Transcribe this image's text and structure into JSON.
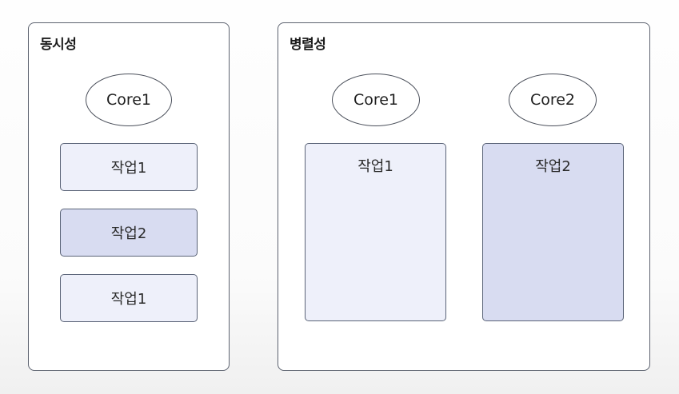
{
  "concurrency": {
    "title": "동시성",
    "core_label": "Core1",
    "tasks": [
      "작업1",
      "작업2",
      "작업1"
    ]
  },
  "parallelism": {
    "title": "병렬성",
    "cores": [
      {
        "core_label": "Core1",
        "task_label": "작업1"
      },
      {
        "core_label": "Core2",
        "task_label": "작업2"
      }
    ]
  },
  "colors": {
    "task_light": "#eef0fa",
    "task_dark": "#d8dcf1",
    "line": "#a9aeb8",
    "arrow": "#4a6ca8"
  }
}
